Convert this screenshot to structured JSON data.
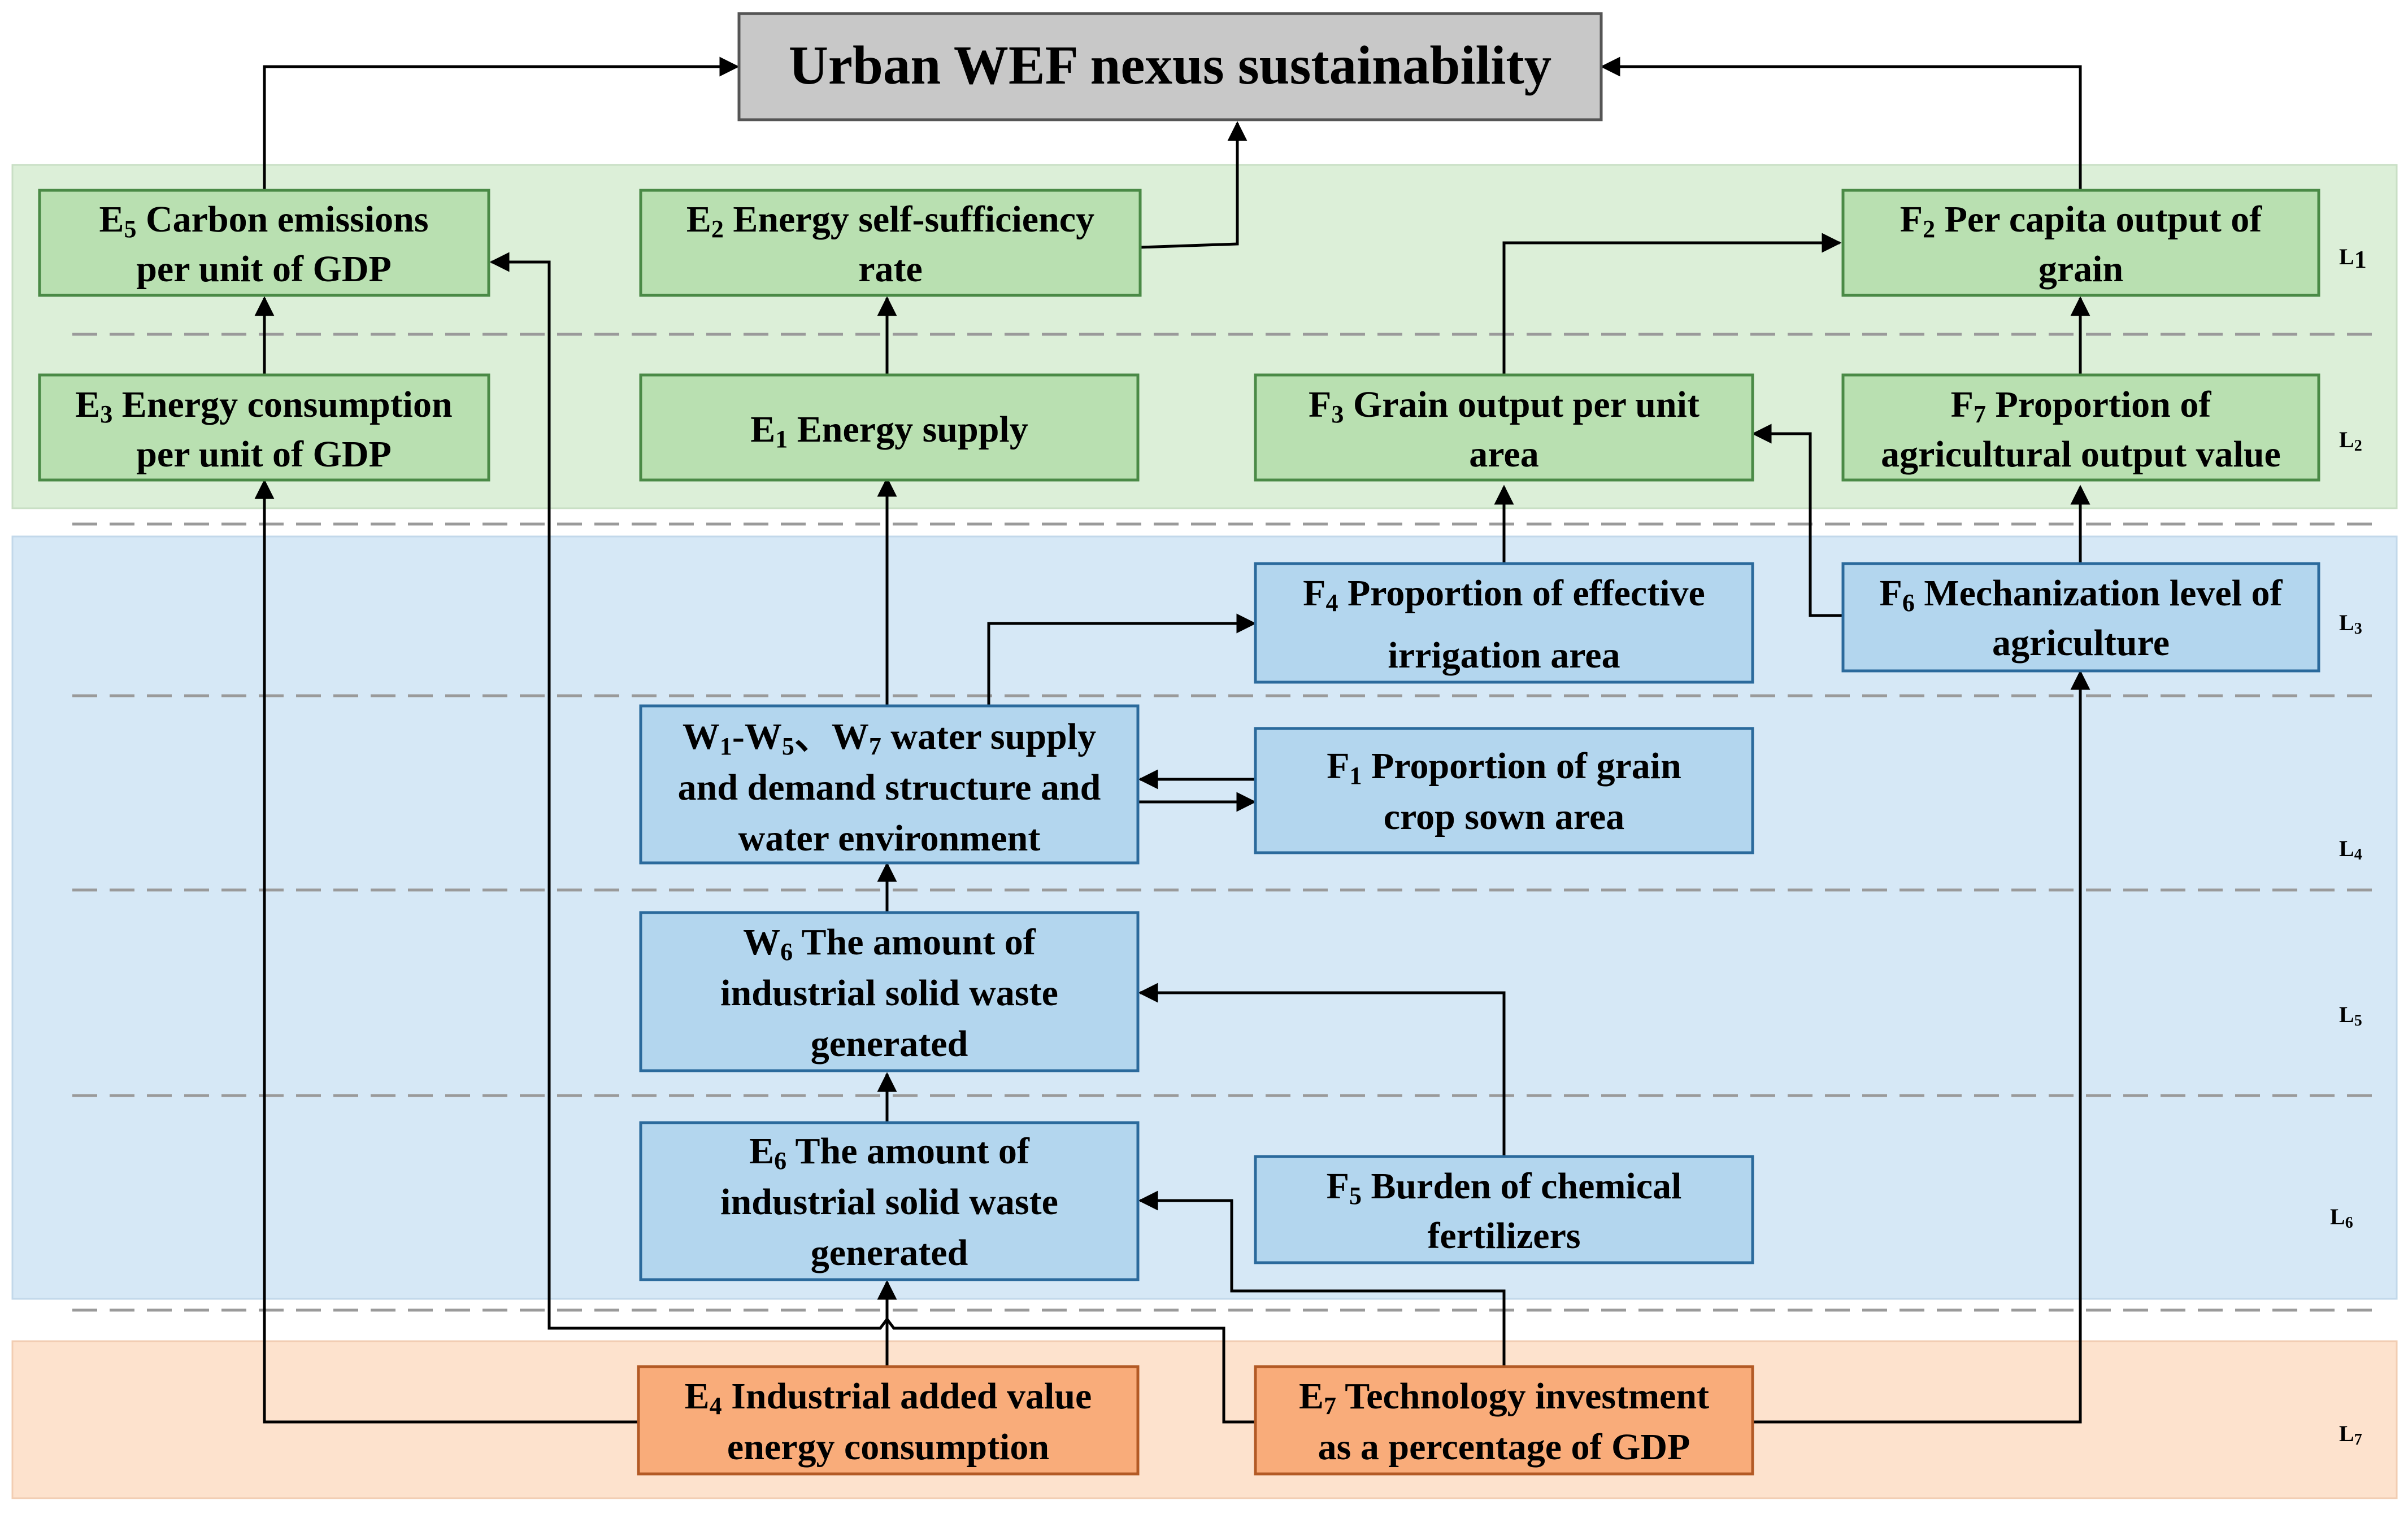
{
  "title": "Urban WEF nexus sustainability",
  "colors": {
    "green_band": "#dcefd8",
    "blue_band": "#d6e8f6",
    "orange_band": "#fde2cd",
    "green_box": "#b9e0b1",
    "blue_box": "#b3d6ee",
    "orange_box": "#f9ac7a",
    "title_box": "#c8c8c8"
  },
  "levels": [
    {
      "letter": "L",
      "sub": "1"
    },
    {
      "letter": "L",
      "sub": "2"
    },
    {
      "letter": "L",
      "sub": "3"
    },
    {
      "letter": "L",
      "sub": "4"
    },
    {
      "letter": "L",
      "sub": "5"
    },
    {
      "letter": "L",
      "sub": "6"
    },
    {
      "letter": "L",
      "sub": "7"
    }
  ],
  "nodes": {
    "e5": {
      "line1_main": "E",
      "line1_sub": "5",
      "line1_rest": " Carbon emissions",
      "line2": "per unit of GDP"
    },
    "e2": {
      "line1_main": "E",
      "line1_sub": "2",
      "line1_rest": " Energy self-sufficiency",
      "line2": "rate"
    },
    "f2": {
      "line1_main": "F",
      "line1_sub": "2",
      "line1_rest": " Per capita output of",
      "line2": "grain"
    },
    "e3": {
      "line1_main": "E",
      "line1_sub": "3",
      "line1_rest": " Energy consumption",
      "line2": "per unit of GDP"
    },
    "e1": {
      "line1_main": "E",
      "line1_sub": "1",
      "line1_rest": " Energy supply"
    },
    "f3": {
      "line1_main": "F",
      "line1_sub": "3",
      "line1_rest": " Grain output per unit",
      "line2": "area"
    },
    "f7": {
      "line1_main": "F",
      "line1_sub": "7",
      "line1_rest": " Proportion of",
      "line2": "agricultural output value"
    },
    "f4": {
      "line1_main": "F",
      "line1_sub": "4",
      "line1_rest": " Proportion of effective",
      "line2": "irrigation area"
    },
    "f6": {
      "line1_main": "F",
      "line1_sub": "6",
      "line1_rest": " Mechanization level of",
      "line2": "agriculture"
    },
    "w": {
      "p1": "W",
      "s1": "1",
      "p2": "-W",
      "s2": "5",
      "p3": "、W",
      "s3": "7",
      "p4": " water supply",
      "line2": "and demand structure and",
      "line3": "water environment"
    },
    "f1": {
      "line1_main": "F",
      "line1_sub": "1",
      "line1_rest": " Proportion of grain",
      "line2": "crop sown area"
    },
    "w6": {
      "line1_main": "W",
      "line1_sub": "6",
      "line1_rest": " The amount of",
      "line2": "industrial solid waste",
      "line3": "generated"
    },
    "e6": {
      "line1_main": "E",
      "line1_sub": "6",
      "line1_rest": " The amount of",
      "line2": "industrial solid waste",
      "line3": "generated"
    },
    "f5": {
      "line1_main": "F",
      "line1_sub": "5",
      "line1_rest": " Burden of chemical",
      "line2": "fertilizers"
    },
    "e4": {
      "line1_main": "E",
      "line1_sub": "4",
      "line1_rest": " Industrial added value",
      "line2": "energy consumption"
    },
    "e7": {
      "line1_main": "E",
      "line1_sub": "7",
      "line1_rest": " Technology investment",
      "line2": "as a percentage of GDP"
    }
  }
}
